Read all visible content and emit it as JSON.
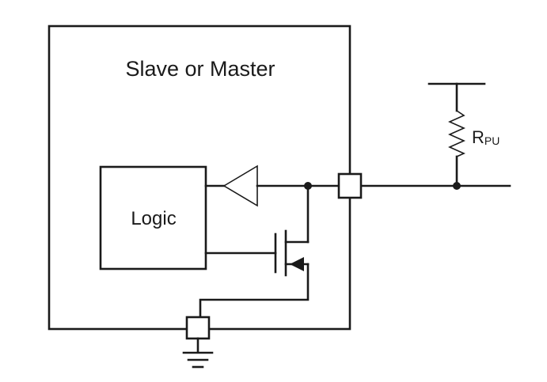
{
  "diagram": {
    "device_label": "Slave or Master",
    "logic_label": "Logic",
    "resistor_label_main": "R",
    "resistor_label_sub": "PU"
  },
  "colors": {
    "line": "#1a1a1a",
    "background": "#ffffff"
  },
  "icons": {
    "buffer": "triangle-buffer-icon",
    "transistor": "nmos-transistor-icon",
    "ground": "ground-icon",
    "resistor": "resistor-icon",
    "pin": "io-pin-icon"
  }
}
